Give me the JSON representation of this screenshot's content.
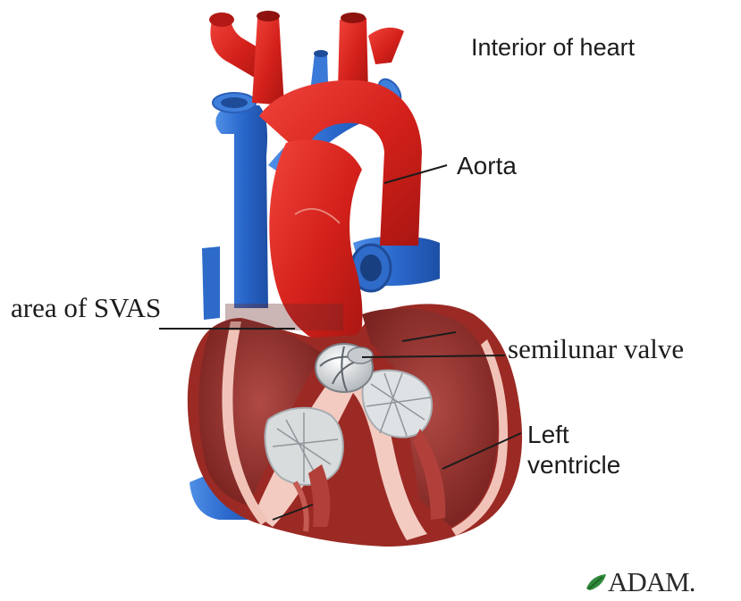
{
  "labels": {
    "title": "Interior of heart",
    "aorta": "Aorta",
    "svas": "area of SVAS",
    "semilunar": "semilunar valve",
    "left_ventricle_line1": "Left",
    "left_ventricle_line2": "ventricle"
  },
  "logo": {
    "text": "ADAM.",
    "mark_icon": "adam-leaf-logo-icon"
  },
  "colors": {
    "artery_red": "#d8231c",
    "vein_blue": "#2d6fd0",
    "muscle": "#9c2f2a",
    "endocardium": "#f2c9bf",
    "valve_white": "#e6e8ea",
    "label_text": "#1c1c1c"
  }
}
